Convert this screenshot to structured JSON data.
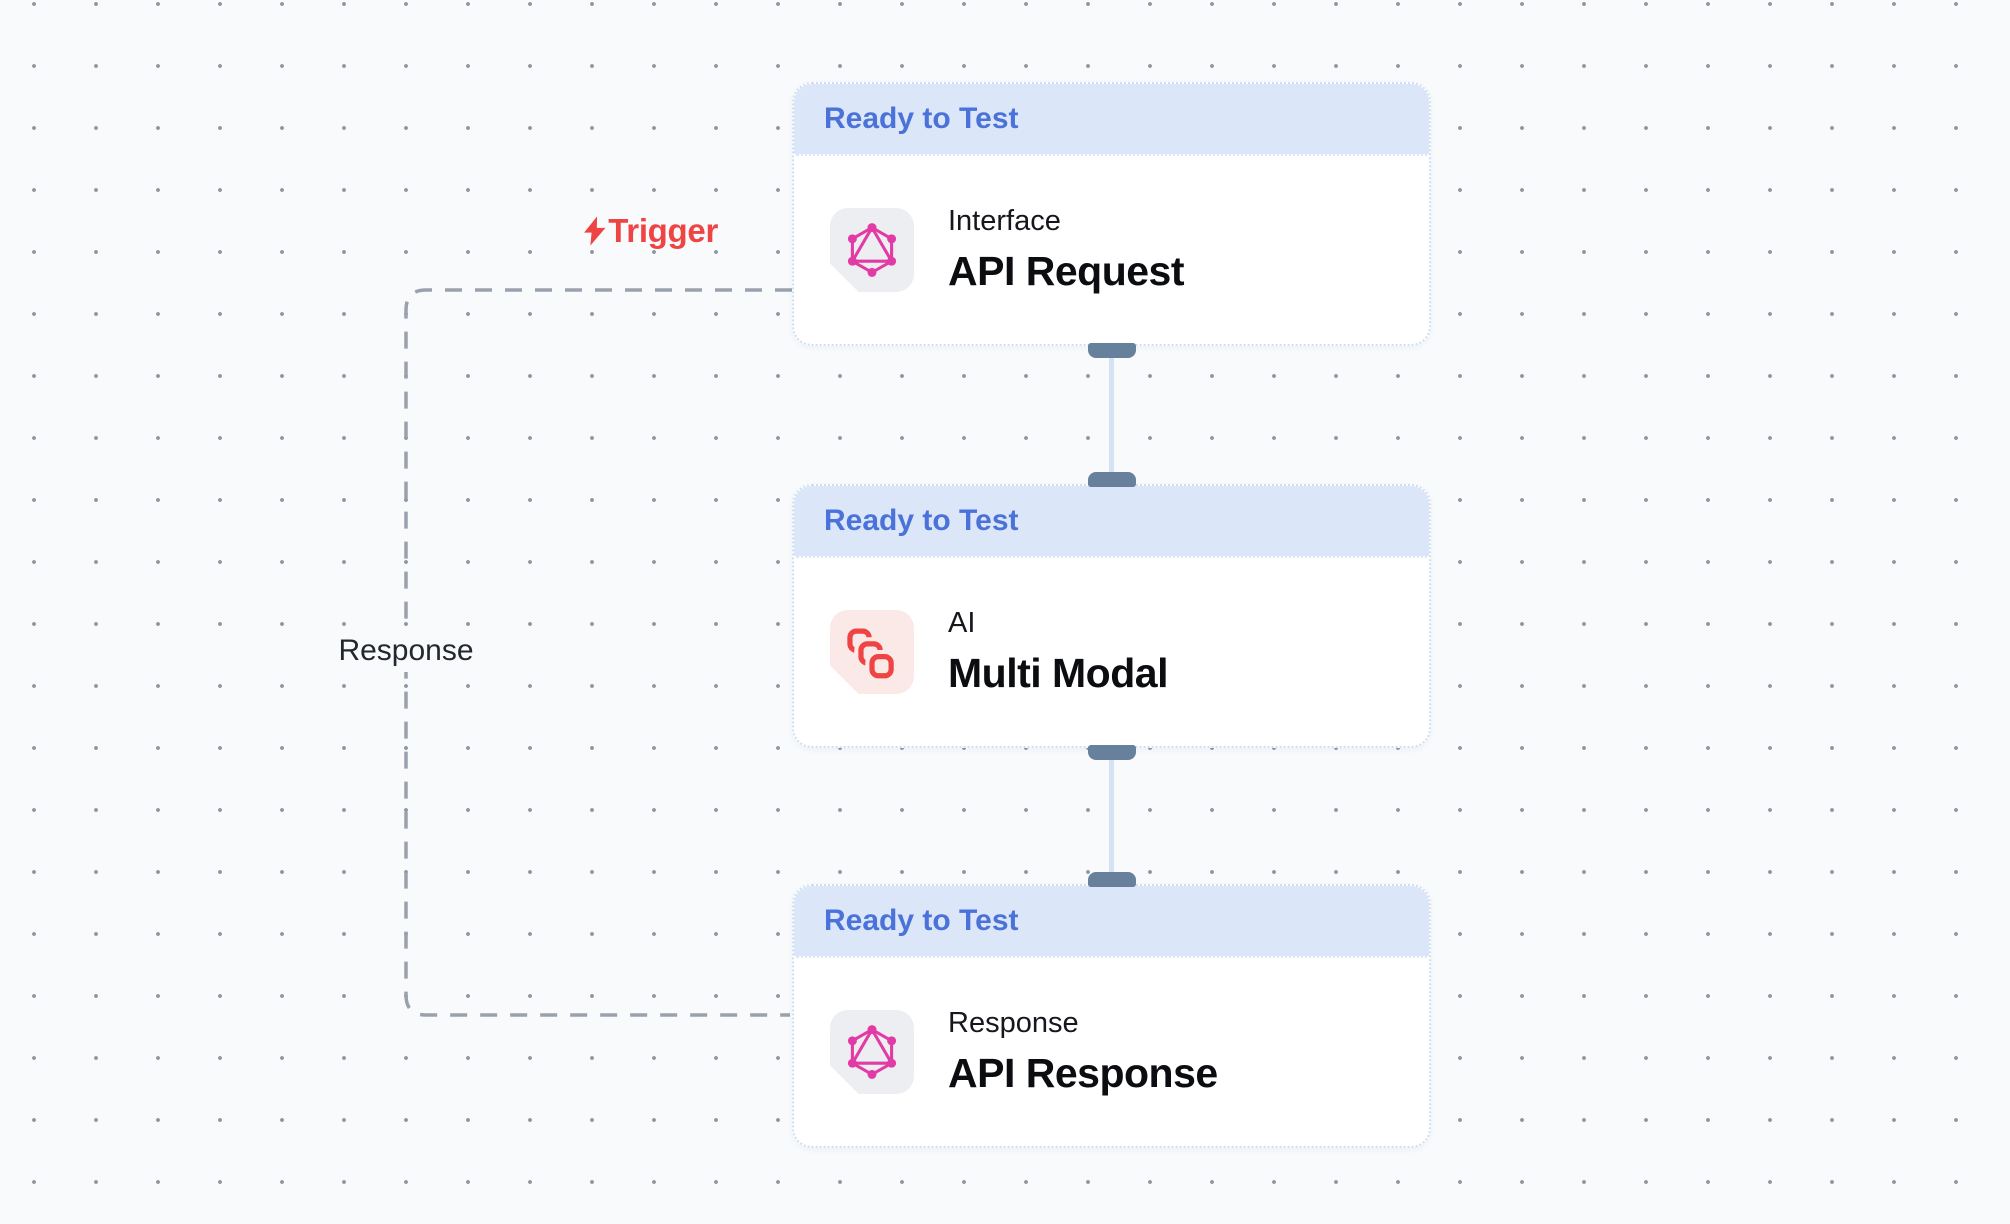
{
  "canvas": {
    "background": "#f8fafc",
    "dot_color": "#6c7786"
  },
  "nodes": [
    {
      "status_badge": "Ready to Test",
      "category": "Interface",
      "title": "API Request",
      "icon": "graphql-icon",
      "icon_color": "#e23ba5",
      "icon_bg": "#eceef1",
      "handles": {
        "top": false,
        "bottom": true
      }
    },
    {
      "status_badge": "Ready to Test",
      "category": "AI",
      "title": "Multi Modal",
      "icon": "multimodal-icon",
      "icon_color": "#ef4444",
      "icon_bg": "#fbe9e8",
      "handles": {
        "top": true,
        "bottom": true
      }
    },
    {
      "status_badge": "Ready to Test",
      "category": "Response",
      "title": "API Response",
      "icon": "graphql-icon",
      "icon_color": "#e23ba5",
      "icon_bg": "#eceef1",
      "handles": {
        "top": true,
        "bottom": false
      }
    }
  ],
  "edges": {
    "trigger_label": "Trigger",
    "response_label": "Response"
  },
  "colors": {
    "header_bg": "#dbe6f8",
    "header_text": "#4a72d8",
    "trigger_red": "#ef4444",
    "handle": "#67809b",
    "connector": "#d5e2f4",
    "dashed_edge": "#9aa1ac"
  }
}
